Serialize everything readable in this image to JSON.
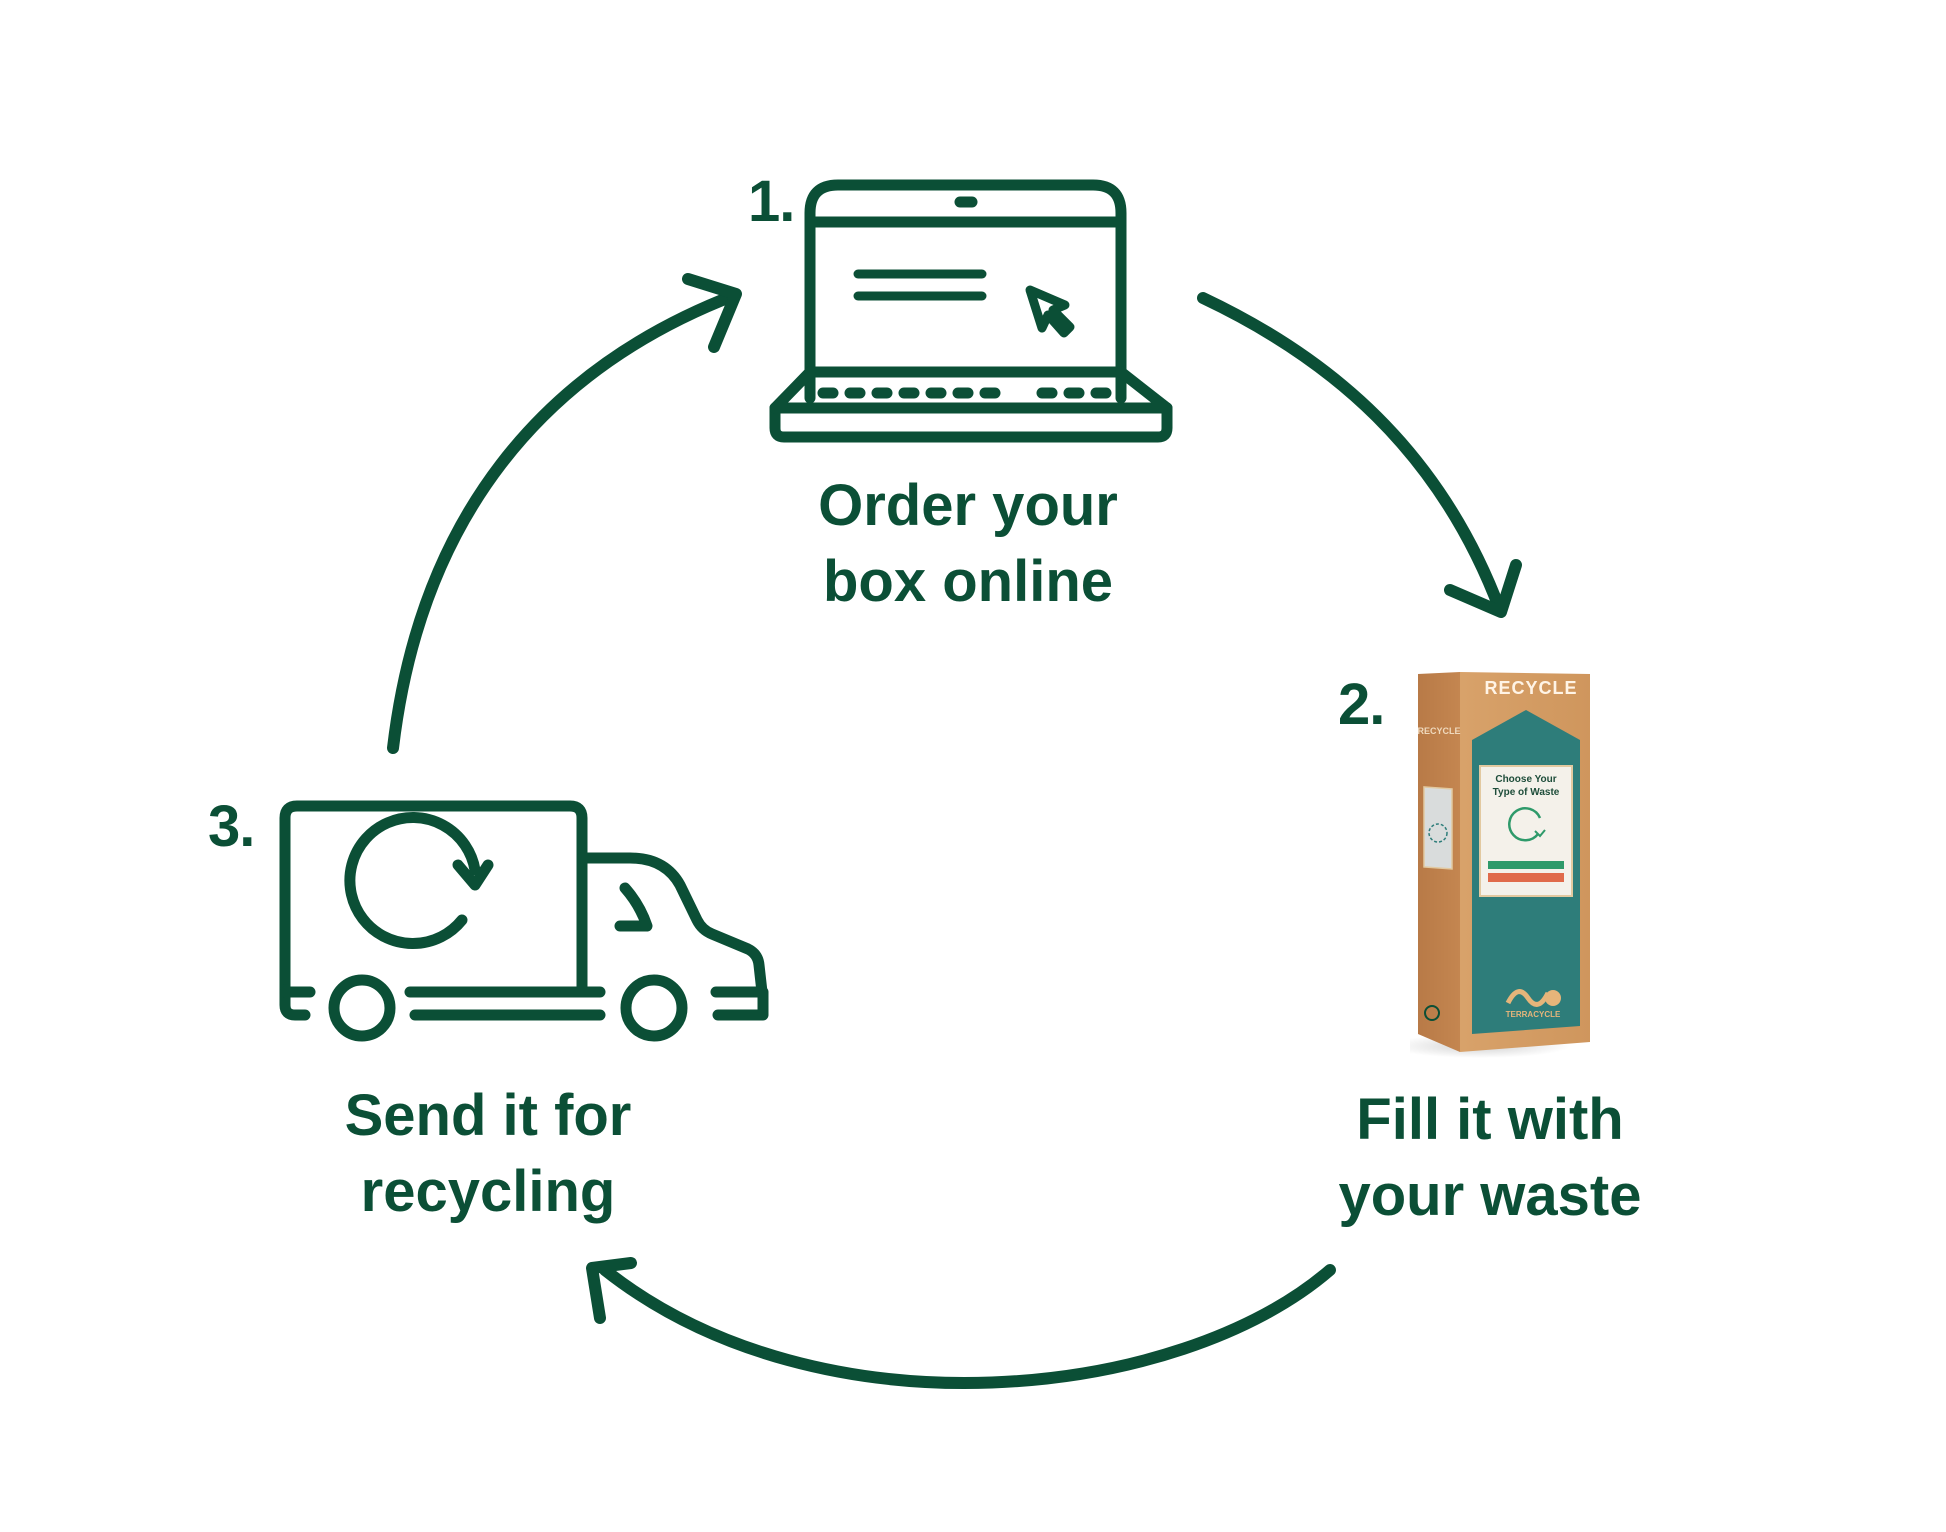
{
  "diagram": {
    "type": "process-cycle",
    "colors": {
      "primary": "#0b4f36",
      "box_cardboard": "#c98c55",
      "box_panel": "#2e7d7a",
      "label_green": "#2e9a6a",
      "label_red": "#e06a4a",
      "background": "#ffffff"
    },
    "steps": [
      {
        "number": "1.",
        "label_line1": "Order your",
        "label_line2": "box online",
        "icon": "laptop-icon"
      },
      {
        "number": "2.",
        "label_line1": "Fill it with",
        "label_line2": "your waste",
        "icon": "recycling-box-image",
        "box": {
          "front_title": "RECYCLE",
          "side_title": "RECYCLE",
          "panel_heading_line1": "Choose Your",
          "panel_heading_line2": "Type of Waste",
          "brand": "TERRACYCLE"
        }
      },
      {
        "number": "3.",
        "label_line1": "Send it for",
        "label_line2": "recycling",
        "icon": "delivery-truck-icon"
      }
    ],
    "arrows": [
      {
        "from": "step-1",
        "to": "step-2",
        "direction": "clockwise"
      },
      {
        "from": "step-2",
        "to": "step-3",
        "direction": "clockwise"
      },
      {
        "from": "step-3",
        "to": "step-1",
        "direction": "clockwise"
      }
    ]
  }
}
